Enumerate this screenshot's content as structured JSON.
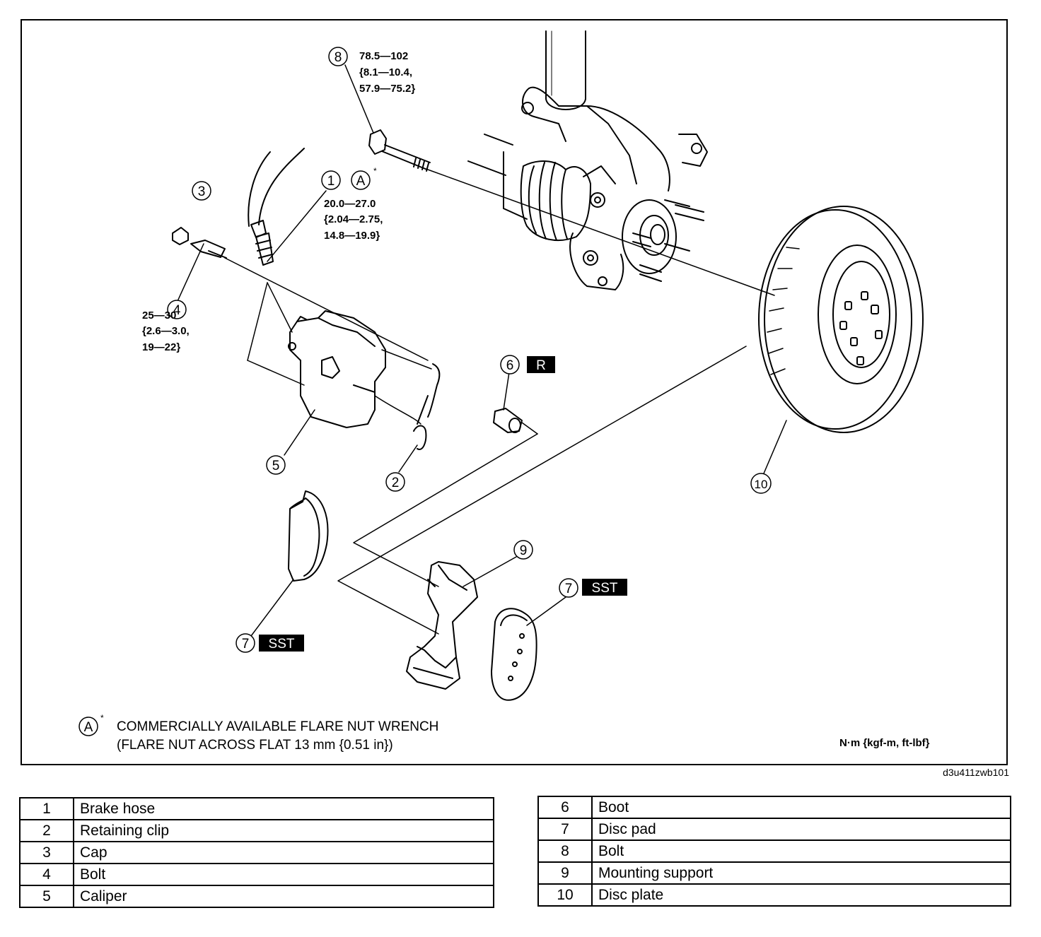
{
  "callouts": {
    "c8": {
      "num": "8",
      "torque": [
        "78.5—102",
        "{8.1—10.4,",
        "57.9—75.2}"
      ]
    },
    "c1": {
      "num": "1",
      "tool": "A",
      "torque": [
        "20.0—27.0",
        "{2.04—2.75,",
        "14.8—19.9}"
      ]
    },
    "c3": {
      "num": "3"
    },
    "c4": {
      "num": "4",
      "torque": [
        "25—30",
        "{2.6—3.0,",
        "19—22}"
      ]
    },
    "c5": {
      "num": "5"
    },
    "c2": {
      "num": "2"
    },
    "c6": {
      "num": "6",
      "badge": "R"
    },
    "c10": {
      "num": "10"
    },
    "c9": {
      "num": "9"
    },
    "c7a": {
      "num": "7",
      "badge": "SST"
    },
    "c7b": {
      "num": "7",
      "badge": "SST"
    }
  },
  "note": {
    "symbol": "A",
    "line1": "COMMERCIALLY AVAILABLE FLARE NUT WRENCH",
    "line2": "(FLARE NUT ACROSS FLAT 13 mm  {0.51 in})"
  },
  "units": "N·m {kgf-m, ft-lbf}",
  "image_code": "d3u411zwb101",
  "legend_left": [
    {
      "num": "1",
      "name": "Brake hose"
    },
    {
      "num": "2",
      "name": "Retaining clip"
    },
    {
      "num": "3",
      "name": "Cap"
    },
    {
      "num": "4",
      "name": "Bolt"
    },
    {
      "num": "5",
      "name": "Caliper"
    }
  ],
  "legend_right": [
    {
      "num": "6",
      "name": "Boot"
    },
    {
      "num": "7",
      "name": "Disc pad"
    },
    {
      "num": "8",
      "name": "Bolt"
    },
    {
      "num": "9",
      "name": "Mounting support"
    },
    {
      "num": "10",
      "name": "Disc plate"
    }
  ]
}
